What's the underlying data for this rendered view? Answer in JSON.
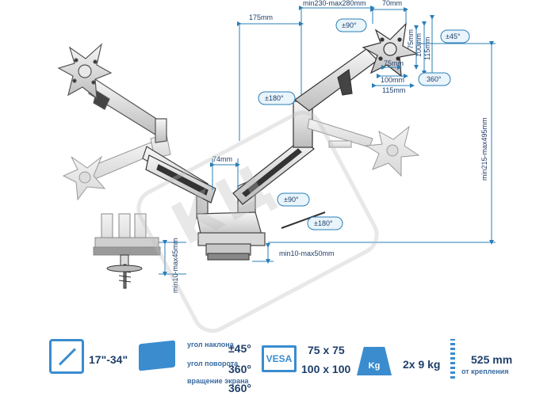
{
  "dimensions": {
    "width_top": "175mm",
    "arm_span": "min230-max280mm",
    "depth_70": "70mm",
    "tilt_90_top": "±90°",
    "tilt_45": "±45°",
    "vesa_100_v": "100mm",
    "vesa_115_v": "115mm",
    "vesa_75_v": "75mm",
    "vesa_75_h": "75mm",
    "vesa_100_h": "100mm",
    "vesa_115_h": "115mm",
    "rotate_360": "360°",
    "swivel_180_top": "±180°",
    "pole_74": "74mm",
    "swivel_90_bottom": "±90°",
    "swivel_180_bottom": "±180°",
    "height_range": "min215-max495mm",
    "clamp_thickness": "min10-max45mm",
    "grommet_thickness": "min10-max50mm"
  },
  "watermark": "КЦ",
  "specs": {
    "screen_size": "17\"-34\"",
    "tilt_label": "угол наклона",
    "tilt_value": "±45°",
    "swivel_label": "угол поворота",
    "swivel_value": "360°",
    "rotation_label": "вращение экрана",
    "rotation_value": "360°",
    "vesa_badge": "VESA",
    "vesa_1": "75 x 75",
    "vesa_2": "100 x 100",
    "weight_badge": "Kg",
    "weight_value": "2x 9 kg",
    "reach_value": "525 mm",
    "reach_label": "от крепления"
  },
  "colors": {
    "accent": "#2a7fb8",
    "text": "#1f3f6a",
    "badge": "#3a8ccf"
  }
}
